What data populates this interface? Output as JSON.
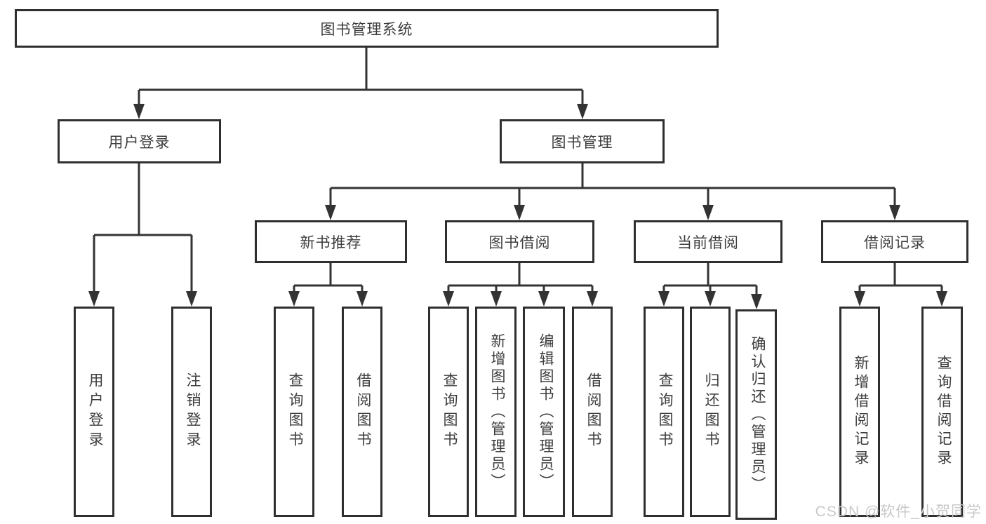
{
  "diagram": {
    "root": {
      "label": "图书管理系统"
    },
    "branches": [
      {
        "label": "用户登录",
        "children": [
          {
            "label": "用户登录"
          },
          {
            "label": "注销登录"
          }
        ]
      },
      {
        "label": "图书管理",
        "children": [
          {
            "label": "新书推荐",
            "children": [
              {
                "label": "查询图书"
              },
              {
                "label": "借阅图书"
              }
            ]
          },
          {
            "label": "图书借阅",
            "children": [
              {
                "label": "查询图书"
              },
              {
                "label": "新增图书（管理员）"
              },
              {
                "label": "编辑图书（管理员）"
              },
              {
                "label": "借阅图书"
              }
            ]
          },
          {
            "label": "当前借阅",
            "children": [
              {
                "label": "查询图书"
              },
              {
                "label": "归还图书"
              },
              {
                "label": "确认归还（管理员）"
              }
            ]
          },
          {
            "label": "借阅记录",
            "children": [
              {
                "label": "新增借阅记录"
              },
              {
                "label": "查询借阅记录"
              }
            ]
          }
        ]
      }
    ],
    "line_color": "#333333"
  },
  "watermark": {
    "text": "CSDN @软件_小贺同学",
    "color": "#c9c9c9"
  }
}
